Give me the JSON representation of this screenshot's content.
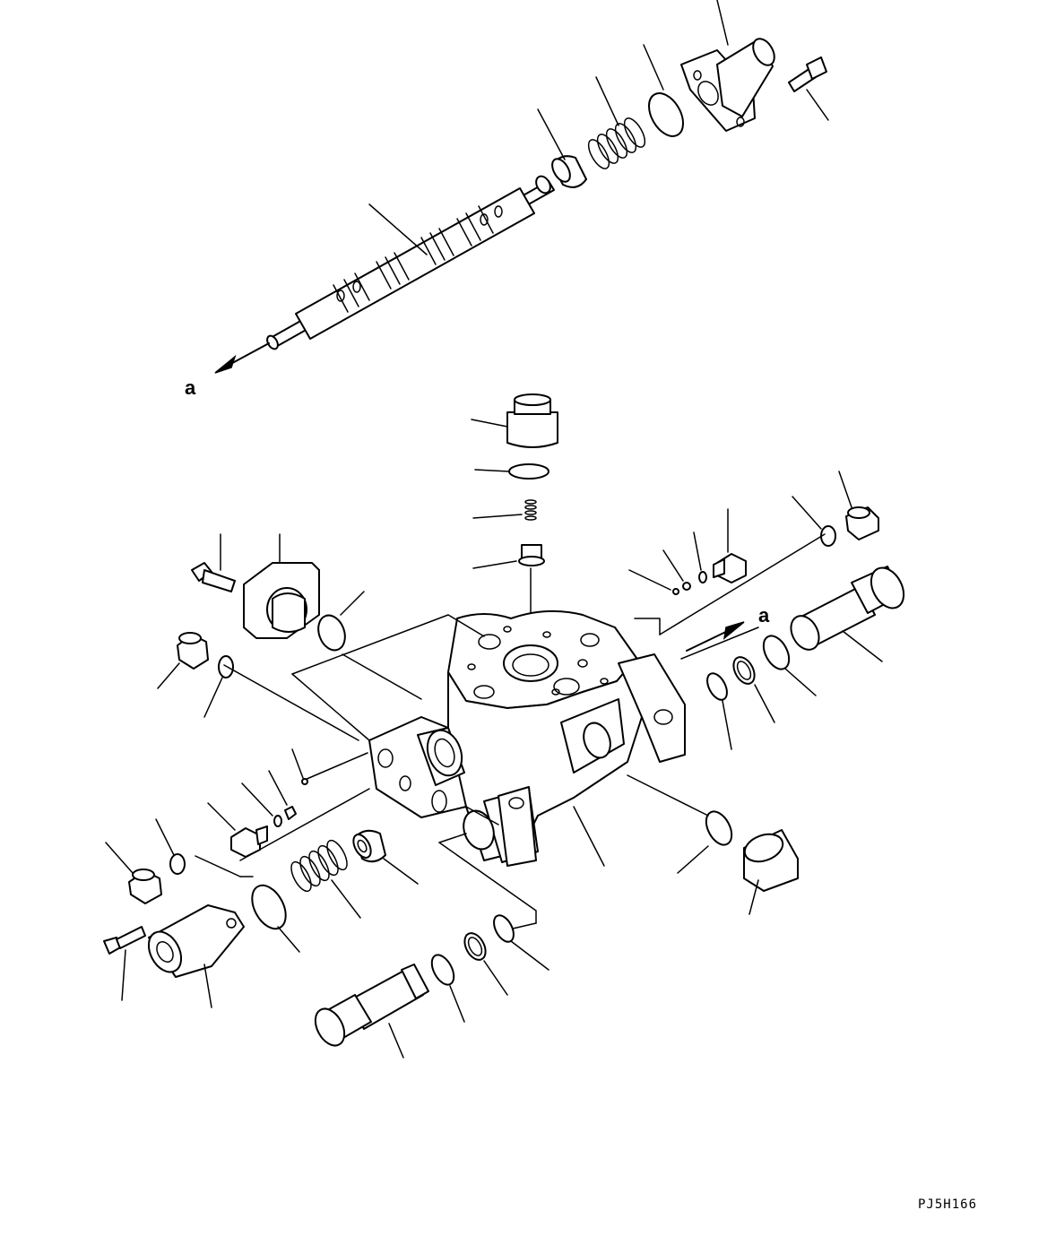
{
  "diagram": {
    "view_arrow_top": "a",
    "view_arrow_right": "a",
    "drawing_code": "PJ5H166"
  }
}
